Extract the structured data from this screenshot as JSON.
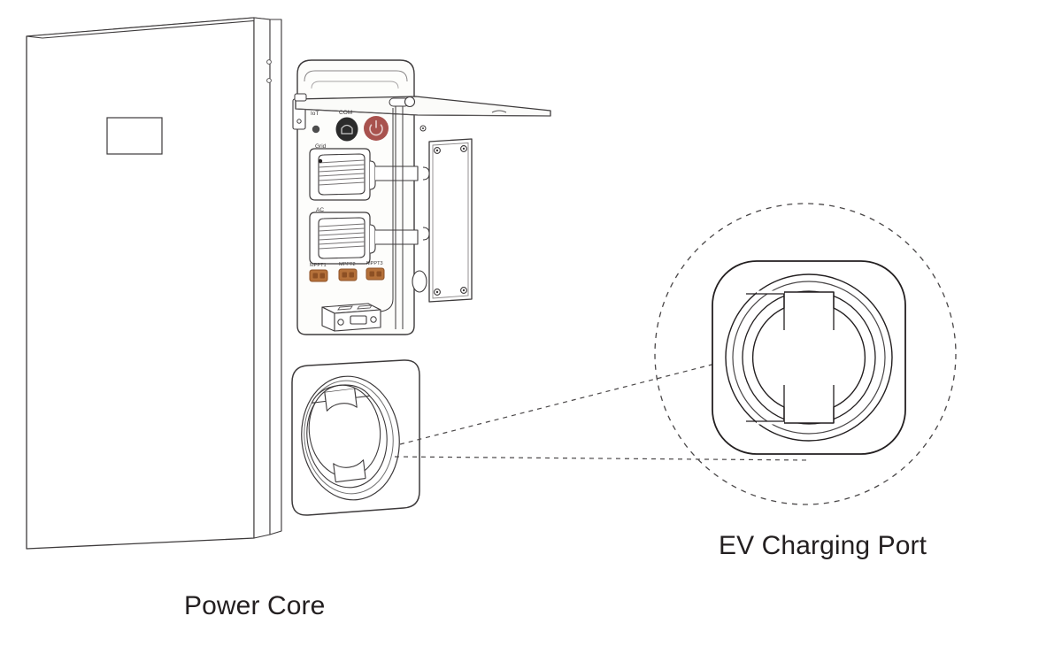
{
  "diagram": {
    "title_visible": false,
    "background_color": "#ffffff",
    "line_color": "#231f20",
    "callouts": [
      {
        "id": "power-core",
        "label": "Power Core"
      },
      {
        "id": "ev-charging-port",
        "label": "EV Charging Port"
      }
    ]
  },
  "labels": {
    "power_core": "Power Core",
    "ev_charging_port": "EV Charging Port"
  },
  "panel": {
    "ports": [
      {
        "name": "iot",
        "label": "IoT",
        "type": "indicator-led",
        "color": "#4d4d4d"
      },
      {
        "name": "com",
        "label": "COM",
        "type": "round-connector",
        "color": "#2b2b2b"
      },
      {
        "name": "power",
        "label": "",
        "type": "power-button",
        "color": "#a8524e",
        "icon": "power-icon"
      },
      {
        "name": "grid",
        "label": "Grid",
        "type": "cable-gland"
      },
      {
        "name": "ac",
        "label": "AC",
        "type": "cable-gland"
      },
      {
        "name": "mppt1",
        "label": "MPPT1",
        "type": "pv-connector",
        "color": "#b5713a"
      },
      {
        "name": "mppt2",
        "label": "MPPT2",
        "type": "pv-connector",
        "color": "#b5713a"
      },
      {
        "name": "mppt3",
        "label": "MPPT3",
        "type": "pv-connector",
        "color": "#b5713a"
      }
    ]
  },
  "colors": {
    "stroke": "#231f20",
    "stroke_light": "#6f6f6f",
    "power_button": "#a8524e",
    "com_port": "#2b2b2b",
    "mppt_connector": "#b5713a",
    "mppt_connector_dark": "#8d5024",
    "panel_fill": "#fdfdfb",
    "shelf_fill": "#fbfbf9"
  }
}
